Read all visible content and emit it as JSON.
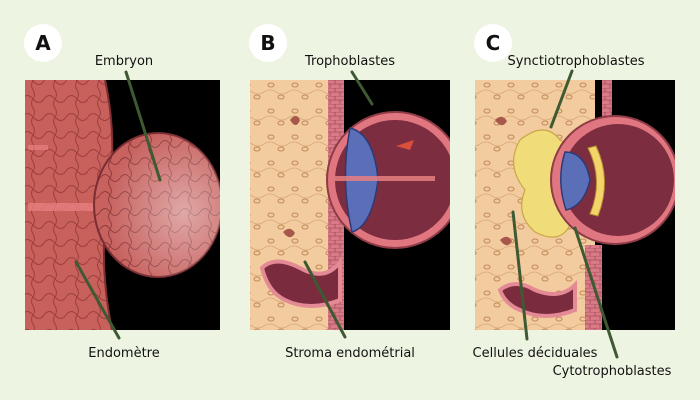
{
  "panels": [
    {
      "letter": "A"
    },
    {
      "letter": "B"
    },
    {
      "letter": "C"
    }
  ],
  "labels": {
    "embryon": "Embryon",
    "endometre": "Endomètre",
    "trophoblastes": "Trophoblastes",
    "stroma": "Stroma endométrial",
    "synctio": "Synctiotrophoblastes",
    "deciduales": "Cellules déciduales",
    "cyto": "Cytotrophoblastes"
  },
  "colors": {
    "background": "#edf5e2",
    "pointer": "#3f5a33",
    "tissue_pink": "#c9655f",
    "stroma": "#f0c99a",
    "blastocyst": "#b24f52",
    "inner_cell_mass": "#5b6fb8",
    "synctio_yellow": "#f1dc7a"
  }
}
